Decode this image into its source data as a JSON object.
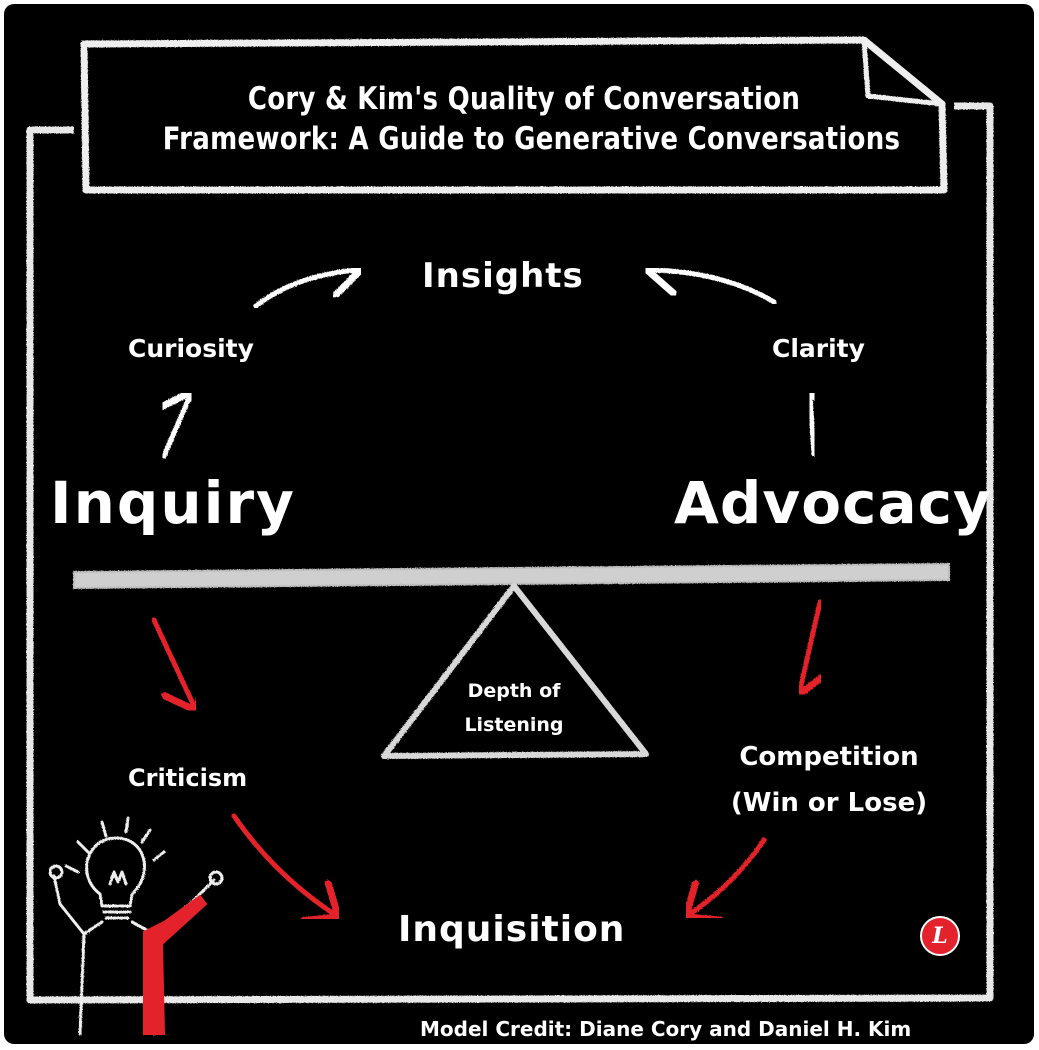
{
  "title": {
    "line1": "Cory & Kim's Quality of Conversation",
    "line2": "Framework: A Guide to Generative Conversations"
  },
  "nodes": {
    "insights": "Insights",
    "curiosity": "Curiosity",
    "clarity": "Clarity",
    "inquiry": "Inquiry",
    "advocacy": "Advocacy",
    "depth_line1": "Depth of",
    "depth_line2": "Listening",
    "criticism": "Criticism",
    "competition_line1": "Competition",
    "competition_line2": "(Win or Lose)",
    "inquisition": "Inquisition"
  },
  "credit": "Model Credit: Diane Cory and Daniel H. Kim",
  "logo_letter": "L",
  "colors": {
    "background": "#000000",
    "chalk": "#ffffff",
    "negative_arrow": "#e3222b",
    "seesaw_beam": "#cfcfcf"
  },
  "icons": [
    "lightbulb-person-icon",
    "logo-icon"
  ]
}
